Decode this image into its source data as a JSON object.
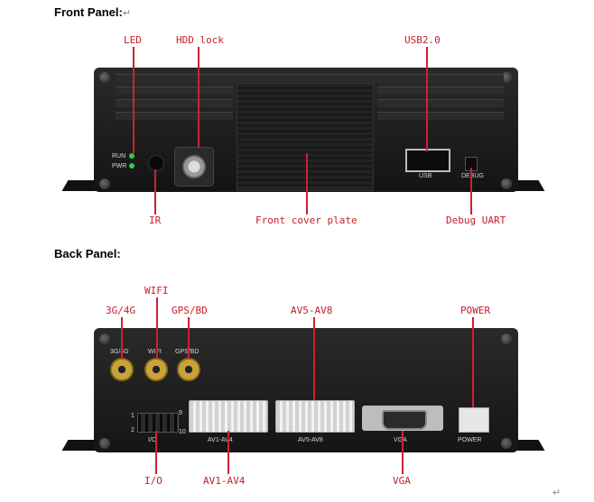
{
  "front": {
    "heading": "Front Panel:",
    "callouts": {
      "led": "LED",
      "hdd_lock": "HDD lock",
      "usb": "USB2.0",
      "ir": "IR",
      "cover": "Front cover plate",
      "debug": "Debug UART"
    },
    "panel_text": {
      "run": "RUN",
      "pwr": "PWR",
      "usb_small": "USB",
      "debug_small": "DEBUG"
    }
  },
  "back": {
    "heading": "Back Panel:",
    "callouts": {
      "g34": "3G/4G",
      "wifi": "WIFI",
      "gps": "GPS/BD",
      "av58": "AV5-AV8",
      "power": "POWER",
      "io": "I/O",
      "av14": "AV1-AV4",
      "vga": "VGA"
    },
    "panel_text": {
      "g34": "3G/4G",
      "wifi": "WIFI",
      "gps": "GPS/BD",
      "io": "I/O",
      "io_pin1": "1",
      "io_pin2": "2",
      "io_pin9": "9",
      "io_pin10": "10",
      "av14": "AV1-AV4",
      "av58": "AV5-AV8",
      "vga": "VGA",
      "power": "POWER"
    }
  },
  "return_mark": "↵"
}
